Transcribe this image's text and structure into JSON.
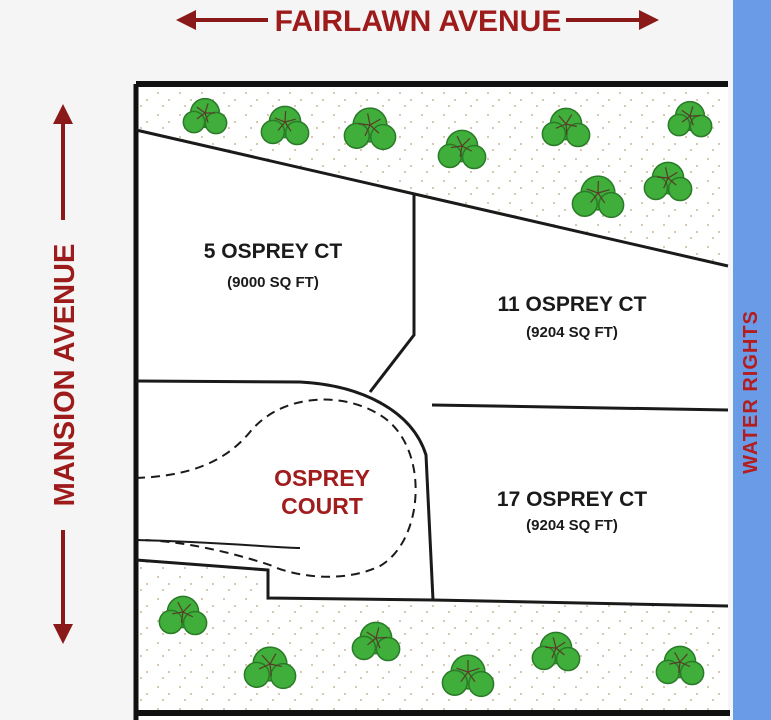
{
  "streets": {
    "top": "FAIRLAWN AVENUE",
    "left": "MANSION AVENUE"
  },
  "water": {
    "label": "WATER RIGHTS",
    "color": "#6a9be6"
  },
  "court": {
    "line1": "OSPREY",
    "line2": "COURT"
  },
  "lots": [
    {
      "name": "5 OSPREY CT",
      "area": "(9000 SQ FT)"
    },
    {
      "name": "11 OSPREY CT",
      "area": "(9204 SQ FT)"
    },
    {
      "name": "17 OSPREY CT",
      "area": "(9204 SQ FT)"
    }
  ],
  "colors": {
    "road_label": "#9e1b1b",
    "arrow": "#8a1a1a",
    "tree_green": "#3fae3a",
    "lot_line": "#1a1a1a"
  },
  "icons": {
    "tree": "tree-icon",
    "arrow": "double-arrow-icon"
  }
}
